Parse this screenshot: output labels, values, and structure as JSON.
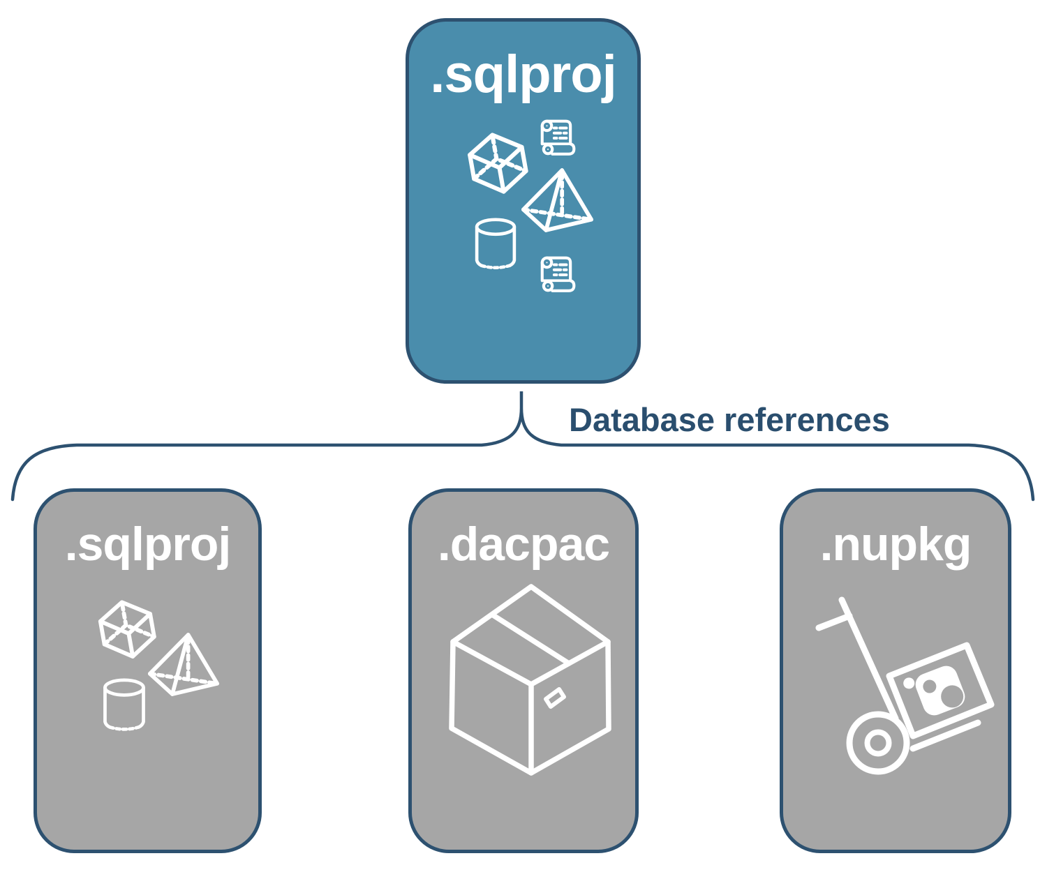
{
  "root_box": {
    "label": ".sqlproj",
    "icons": [
      "cube-icon",
      "scroll-icon",
      "pyramid-icon",
      "cylinder-icon",
      "scroll-icon"
    ]
  },
  "connector": {
    "label": "Database references"
  },
  "child_boxes": [
    {
      "label": ".sqlproj",
      "icons": [
        "cube-icon",
        "pyramid-icon",
        "cylinder-icon"
      ]
    },
    {
      "label": ".dacpac",
      "icons": [
        "package-box-icon"
      ]
    },
    {
      "label": ".nupkg",
      "icons": [
        "hand-truck-icon"
      ]
    }
  ],
  "colors": {
    "root_fill": "#4a8dac",
    "child_fill": "#a6a6a6",
    "border": "#2d5170",
    "connector_line": "#2d5170",
    "connector_text": "#2a4e6e",
    "box_title_text": "#ffffff",
    "icon_stroke": "#ffffff",
    "background": "#ffffff"
  }
}
